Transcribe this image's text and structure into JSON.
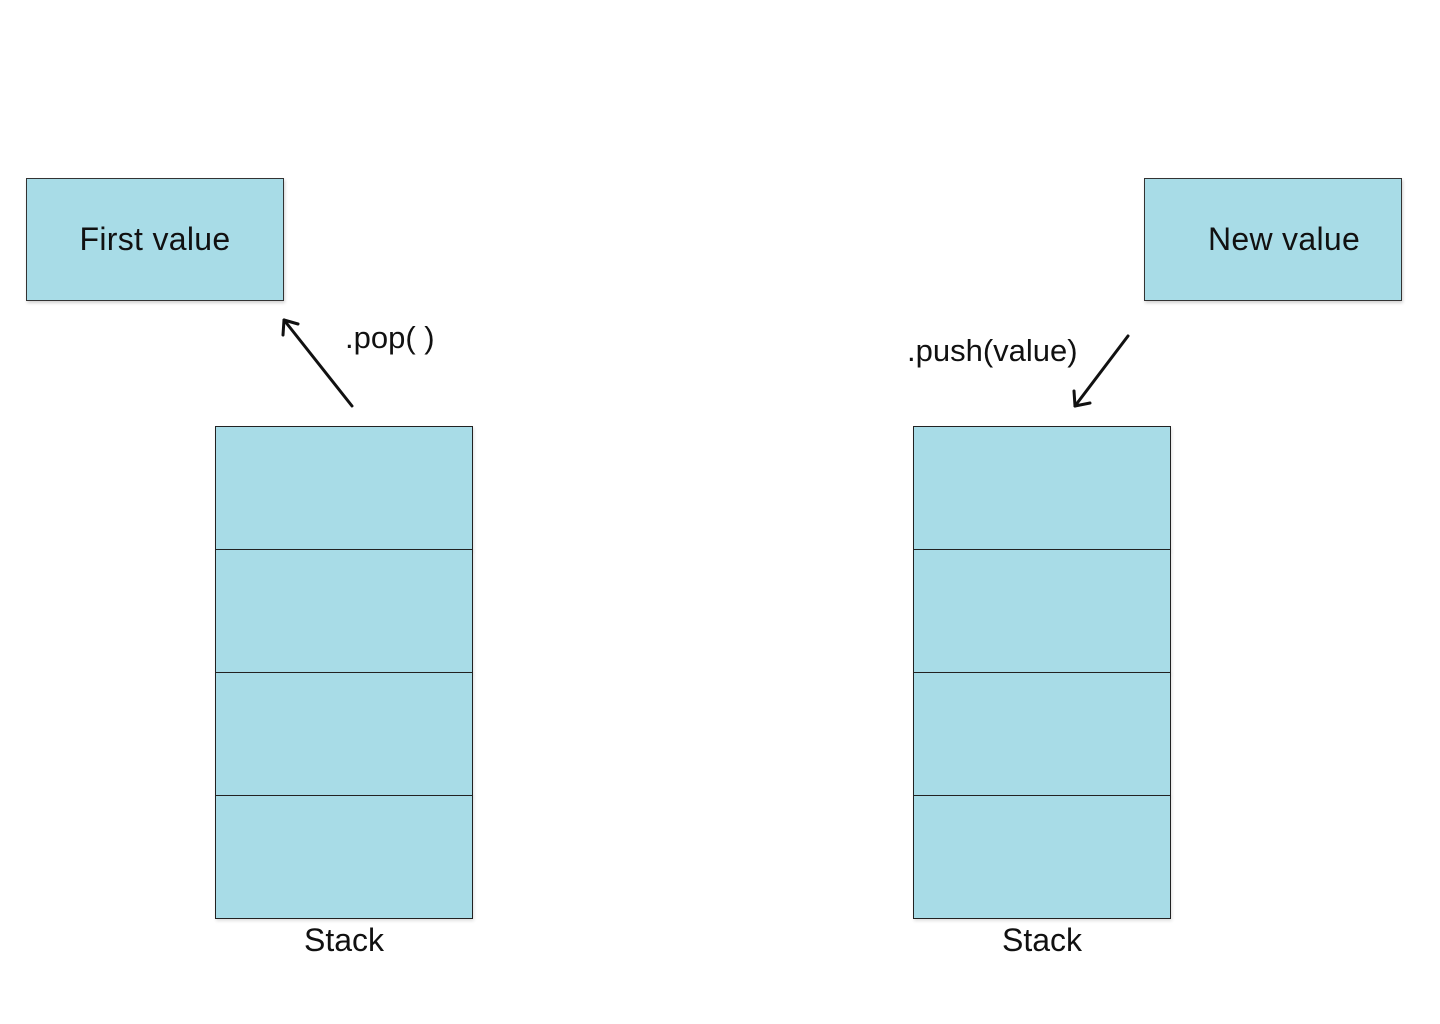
{
  "left": {
    "value_box_label": "First value",
    "operation_label": ".pop( )",
    "stack_caption": "Stack",
    "stack_cells": 4
  },
  "right": {
    "value_box_label": "New value",
    "operation_label": ".push(value)",
    "stack_caption": "Stack",
    "stack_cells": 4
  },
  "colors": {
    "box_fill": "#a8dce7",
    "outline": "#222222",
    "text": "#111111"
  }
}
